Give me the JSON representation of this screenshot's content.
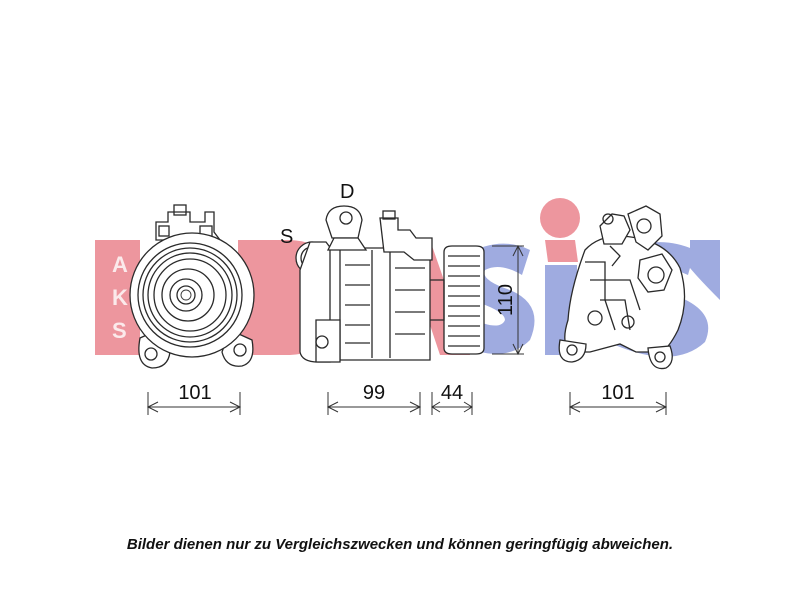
{
  "watermark": {
    "text": "AKS DASIS",
    "colors": {
      "red": "#e8747e",
      "blue": "#7f8fd6",
      "gray": "#d7d8de"
    }
  },
  "ports": {
    "suction": "S",
    "discharge": "D"
  },
  "dimensions": {
    "front_width": "101",
    "body_length": "99",
    "pulley_length": "44",
    "height": "110",
    "rear_width": "101"
  },
  "caption": "Bilder dienen nur zu Vergleichszwecken und können geringfügig abweichen."
}
